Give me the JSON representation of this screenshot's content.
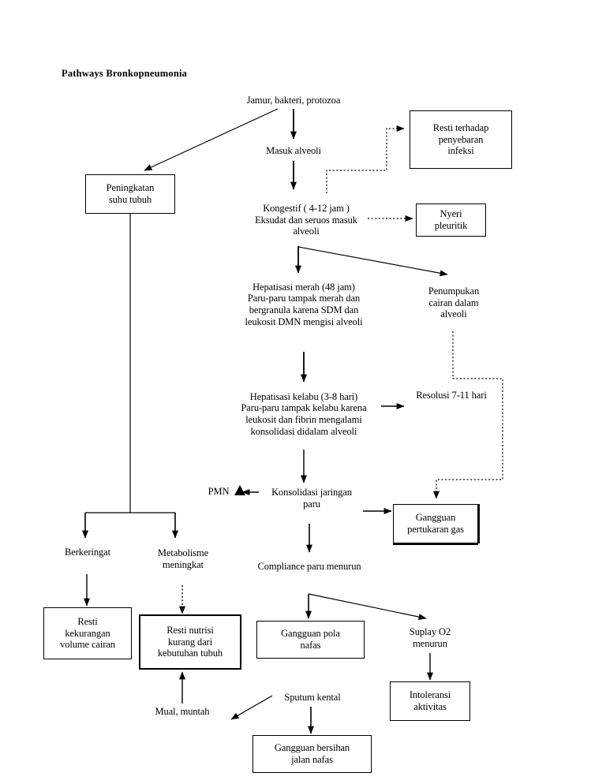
{
  "document": {
    "title": "Pathways Bronkopneumonia"
  },
  "diagram": {
    "type": "flowchart",
    "nodes": [
      {
        "id": "jamur",
        "label": "Jamur, bakteri, protozoa",
        "shape": "text"
      },
      {
        "id": "masuk",
        "label": "Masuk alveoli",
        "shape": "text"
      },
      {
        "id": "peningkatan",
        "label": "Peningkatan\nsuhu tubuh",
        "shape": "box"
      },
      {
        "id": "resti_infeksi",
        "label": "Resti terhadap\npenyebaran\ninfeksi",
        "shape": "box"
      },
      {
        "id": "kongestif",
        "label": "Kongestif ( 4-12 jam )\nEksudat dan seruos masuk\nalveoli",
        "shape": "text"
      },
      {
        "id": "nyeri",
        "label": "Nyeri\npleuritik",
        "shape": "box"
      },
      {
        "id": "hepat_merah",
        "label": "Hepatisasi merah (48 jam)\nParu-paru tampak merah dan\nbergranula karena SDM dan\nleukosit DMN mengisi alveoli",
        "shape": "text"
      },
      {
        "id": "penumpukan",
        "label": "Penumpukan\ncairan dalam\nalveoli",
        "shape": "text"
      },
      {
        "id": "hepat_kelabu",
        "label": "Hepatisasi kelabu (3-8 hari)\nParu-paru tampak kelabu karena\nleukosit dan fibrin mengalami\nkonsolidasi didalam alveoli",
        "shape": "text"
      },
      {
        "id": "resolusi",
        "label": "Resolusi 7-11 hari",
        "shape": "text"
      },
      {
        "id": "pmn",
        "label": "PMN",
        "shape": "text"
      },
      {
        "id": "konsolidasi",
        "label": "Konsolidasi jaringan\nparu",
        "shape": "text"
      },
      {
        "id": "gangguan_gas",
        "label": "Gangguan\npertukaran gas",
        "shape": "box"
      },
      {
        "id": "berkeringat",
        "label": "Berkeringat",
        "shape": "text"
      },
      {
        "id": "metabolisme",
        "label": "Metabolisme\nmeningkat",
        "shape": "text"
      },
      {
        "id": "compliance",
        "label": "Compliance paru menurun",
        "shape": "text"
      },
      {
        "id": "suplay",
        "label": "Suplay O2\nmenurun",
        "shape": "text"
      },
      {
        "id": "resti_cairan",
        "label": "Resti\nkekurangan\nvolume cairan",
        "shape": "box"
      },
      {
        "id": "resti_nutrisi",
        "label": "Resti nutrisi\nkurang dari\nkebutuhan tubuh",
        "shape": "box"
      },
      {
        "id": "pola_nafas",
        "label": "Gangguan pola\nnafas",
        "shape": "box"
      },
      {
        "id": "intoleransi",
        "label": "Intoleransi\naktivitas",
        "shape": "box"
      },
      {
        "id": "mual",
        "label": "Mual, muntah",
        "shape": "text"
      },
      {
        "id": "sputum",
        "label": "Sputum kental",
        "shape": "text"
      },
      {
        "id": "bersihan",
        "label": "Gangguan bersihan\njalan nafas",
        "shape": "box"
      }
    ],
    "edges": [
      {
        "from": "jamur",
        "to": "peningkatan",
        "style": "solid"
      },
      {
        "from": "jamur",
        "to": "masuk",
        "style": "solid"
      },
      {
        "from": "masuk",
        "to": "kongestif",
        "style": "solid"
      },
      {
        "from": "kongestif",
        "to": "resti_infeksi",
        "style": "dotted"
      },
      {
        "from": "kongestif",
        "to": "nyeri",
        "style": "dotted"
      },
      {
        "from": "kongestif",
        "to": "hepat_merah",
        "style": "solid"
      },
      {
        "from": "kongestif",
        "to": "penumpukan",
        "style": "solid"
      },
      {
        "from": "hepat_merah",
        "to": "hepat_kelabu",
        "style": "solid"
      },
      {
        "from": "hepat_kelabu",
        "to": "resolusi",
        "style": "solid"
      },
      {
        "from": "hepat_kelabu",
        "to": "konsolidasi",
        "style": "solid"
      },
      {
        "from": "penumpukan",
        "to": "gangguan_gas",
        "style": "dotted"
      },
      {
        "from": "konsolidasi",
        "to": "pmn",
        "style": "solid"
      },
      {
        "from": "konsolidasi",
        "to": "gangguan_gas",
        "style": "solid"
      },
      {
        "from": "konsolidasi",
        "to": "compliance",
        "style": "solid"
      },
      {
        "from": "peningkatan",
        "to": "berkeringat",
        "style": "solid"
      },
      {
        "from": "peningkatan",
        "to": "metabolisme",
        "style": "solid"
      },
      {
        "from": "berkeringat",
        "to": "resti_cairan",
        "style": "solid"
      },
      {
        "from": "metabolisme",
        "to": "resti_nutrisi",
        "style": "dotted"
      },
      {
        "from": "compliance",
        "to": "pola_nafas",
        "style": "solid"
      },
      {
        "from": "compliance",
        "to": "suplay",
        "style": "solid"
      },
      {
        "from": "suplay",
        "to": "intoleransi",
        "style": "solid"
      },
      {
        "from": "mual",
        "to": "resti_nutrisi",
        "style": "solid"
      },
      {
        "from": "sputum",
        "to": "mual",
        "style": "solid"
      },
      {
        "from": "sputum",
        "to": "bersihan",
        "style": "solid"
      }
    ],
    "markers": [
      {
        "id": "pmn-increase-triangle",
        "label": "increase-triangle-icon"
      }
    ]
  }
}
